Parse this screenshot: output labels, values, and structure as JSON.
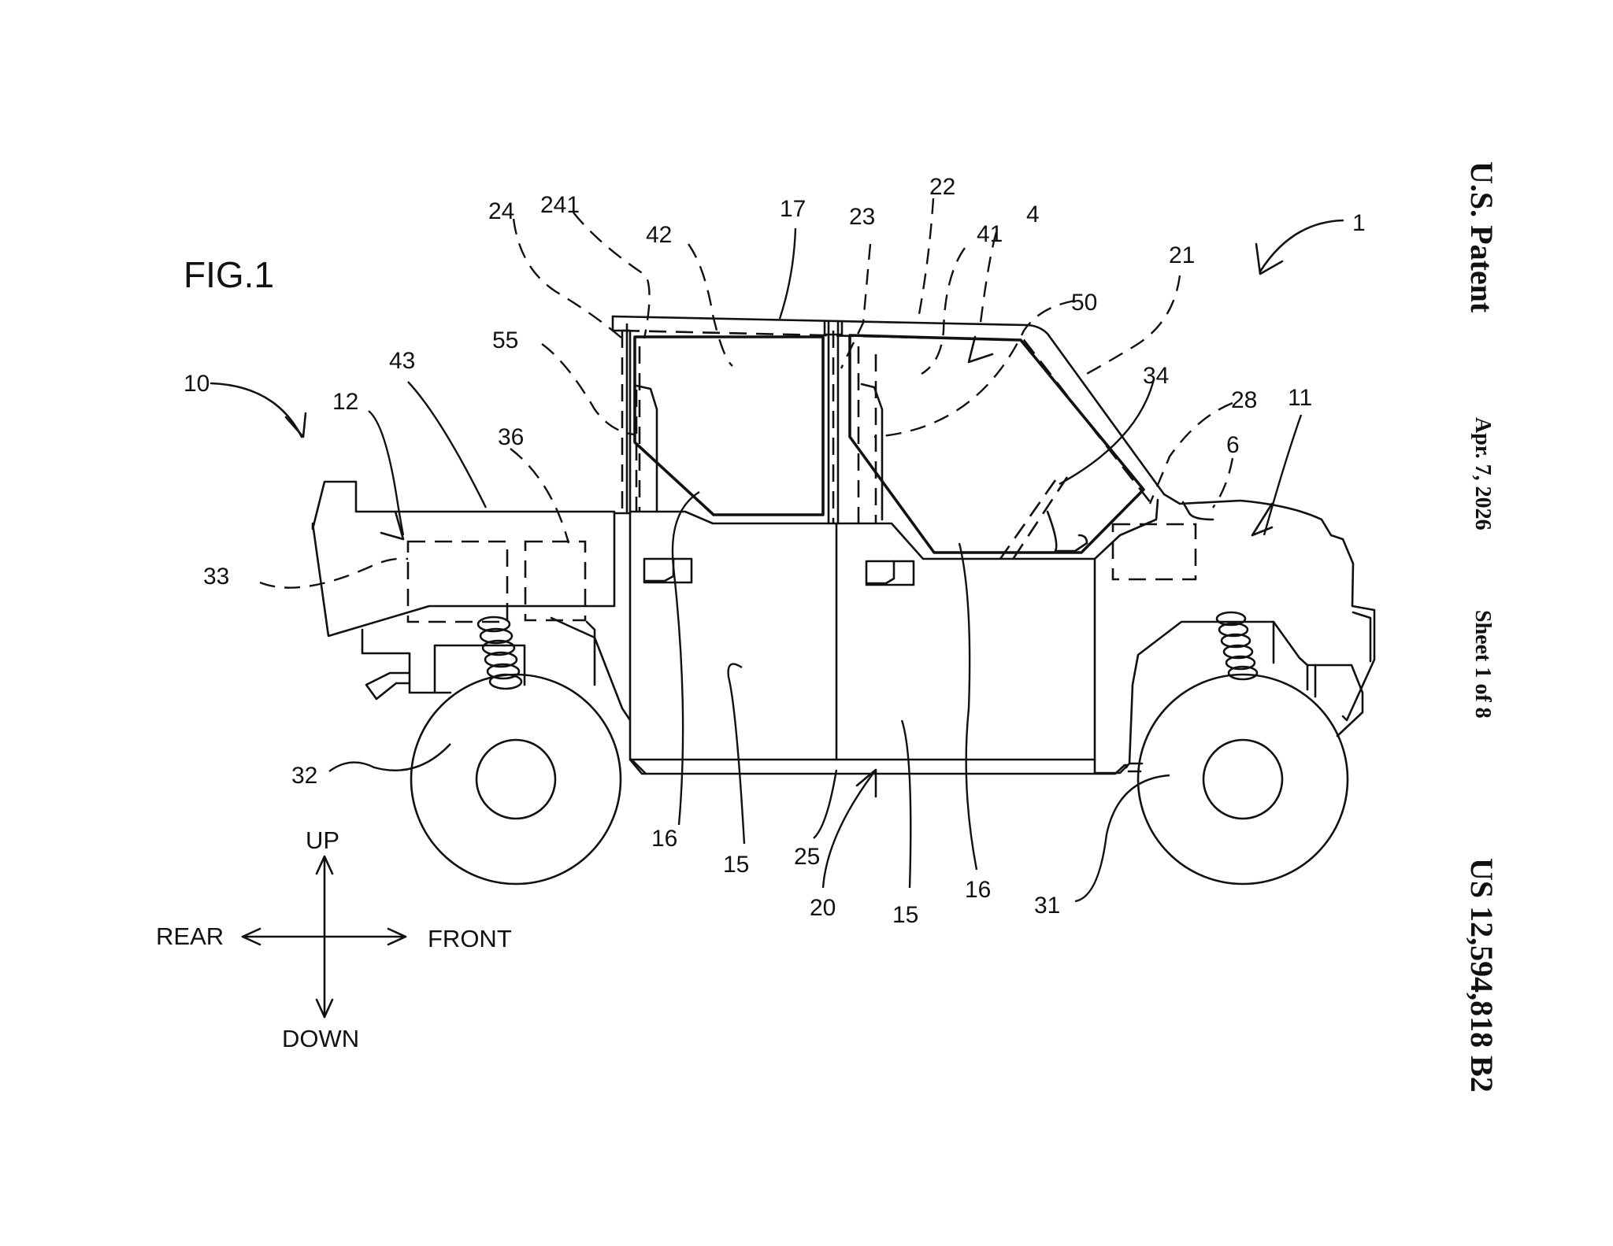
{
  "header": {
    "office": "U.S. Patent",
    "date": "Apr. 7, 2026",
    "sheet": "Sheet 1 of 8",
    "patent_number": "US 12,594,818 B2"
  },
  "figure": {
    "title": "FIG.1",
    "reference_numerals": {
      "vehicle": "1",
      "roof_assembly": "10",
      "hood": "11",
      "cargo_bed": "12",
      "door_panel_rear": "15",
      "door_panel_front": "15",
      "door_window_rear": "16",
      "door_window_front": "16",
      "roof": "17",
      "frame": "20",
      "front_pillar": "21",
      "roof_rail": "22",
      "center_pillar": "23",
      "rear_pillar": "24",
      "rear_pillar_part": "241",
      "side_sill": "25",
      "dashboard": "28",
      "steering": "34",
      "front_wheel": "31",
      "rear_wheel": "32",
      "rear_component": "33",
      "component_36": "36",
      "cabin": "4",
      "front_window": "41",
      "rear_window": "42",
      "bed_edge": "43",
      "windshield": "50",
      "bracket": "55",
      "instrument": "6"
    },
    "directions": {
      "up": "UP",
      "down": "DOWN",
      "rear": "REAR",
      "front": "FRONT"
    }
  }
}
